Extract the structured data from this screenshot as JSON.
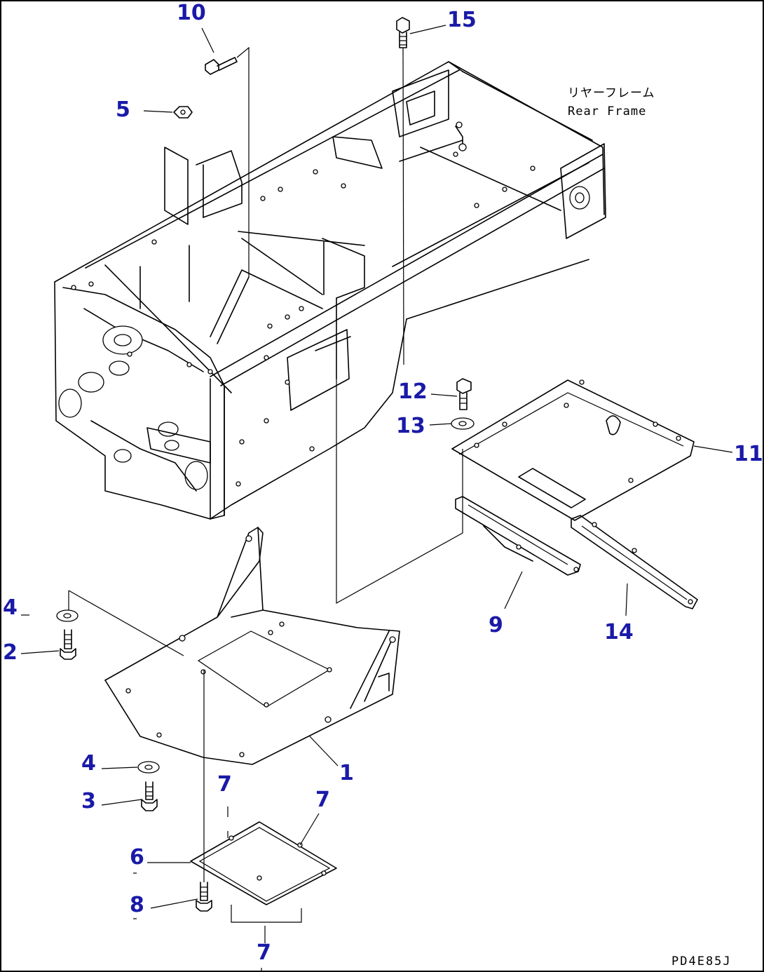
{
  "annotations": {
    "frame_label_jp": "リヤーフレーム",
    "frame_label_en": "Rear Frame",
    "drawing_code": "PD4E85J"
  },
  "callouts": {
    "c1": "1",
    "c2": "2",
    "c3": "3",
    "c4a": "4",
    "c4b": "4",
    "c5": "5",
    "c6": "6",
    "c7a": "7",
    "c7b": "7",
    "c7c": "7",
    "c8": "8",
    "c9": "9",
    "c10": "10",
    "c11": "11",
    "c12": "12",
    "c13": "13",
    "c14": "14",
    "c15": "15"
  },
  "colors": {
    "callout": "#1a1aa8",
    "line": "#000000",
    "background": "#ffffff"
  }
}
